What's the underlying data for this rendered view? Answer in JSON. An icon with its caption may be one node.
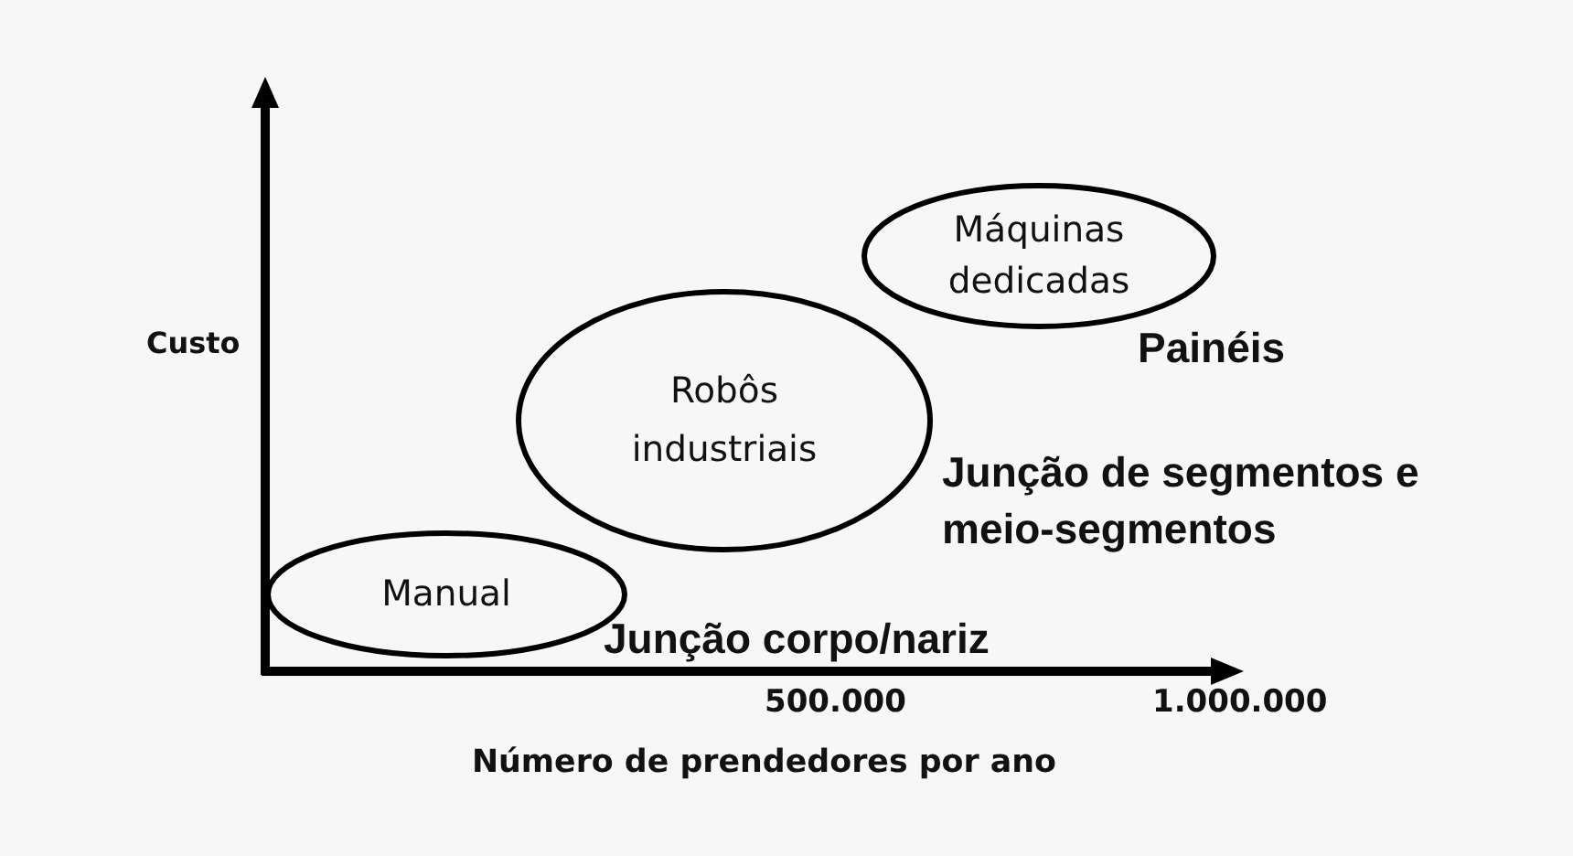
{
  "diagram": {
    "nodes": [
      {
        "text": [
          "Máquinas dedicadas"
        ]
      },
      {
        "text": [
          "Robôs industriais"
        ]
      },
      {
        "text": [
          "Manual"
        ]
      }
    ],
    "labels": [
      "Custo",
      "Painéis",
      "Junção de segmentos e meio-segmentos",
      "Junção corpo/nariz",
      "500.000",
      "1.000.000",
      "Número de prendedores por ano"
    ]
  }
}
